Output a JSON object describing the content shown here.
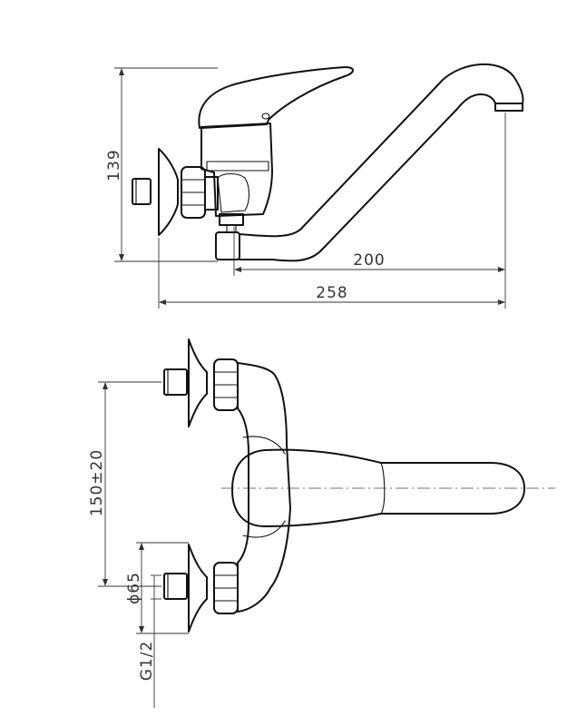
{
  "dimensions": {
    "height_139": "139",
    "spout_reach_200": "200",
    "overall_length_258": "258",
    "center_distance": "150±20",
    "flange_diameter": "ϕ65",
    "thread_size": "G1/2"
  }
}
